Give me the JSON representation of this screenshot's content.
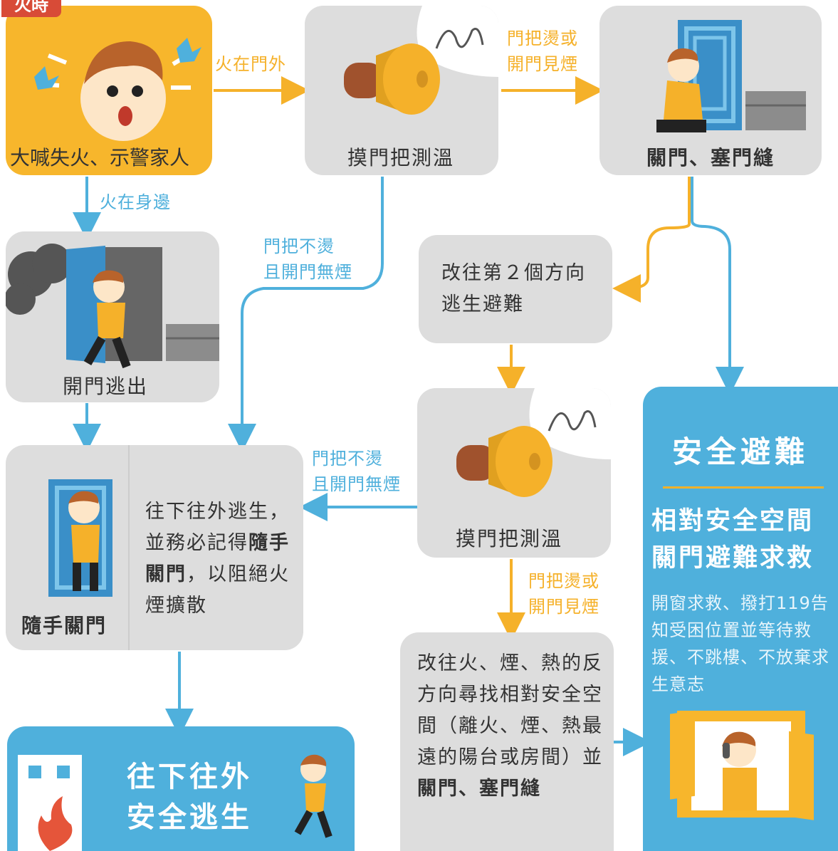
{
  "tag": "火時",
  "nodes": {
    "alert": "大喊失火、示警家人",
    "touch_top": "摸門把測溫",
    "close_seal": "關門、塞門縫",
    "open_escape": "開門逃出",
    "second_dir": "改往第２個方向逃生避難",
    "touch_mid": "摸門把測溫",
    "close_behind_title": "隨手關門",
    "close_behind_text_a": "往下往外逃生，並務必記得",
    "close_behind_text_b": "隨手關門",
    "close_behind_text_c": "，以阻絕火煙擴散",
    "safe_out_1": "往下往外",
    "safe_out_2": "安全逃生",
    "reverse_a": "改往火、煙、熱的反方向尋找相對安全空間（離火、煙、熱最遠的陽台或房間）並",
    "reverse_b": "關門、塞門縫",
    "safe_title": "安全避難",
    "safe_sub_1": "相對安全空間",
    "safe_sub_2": "關門避難求救",
    "safe_body": "開窗求救、撥打119告知受困位置並等待救援、不跳樓、不放棄求生意志"
  },
  "edges": {
    "fire_outside": "火在門外",
    "hot_or_smoke_1": "門把燙或",
    "hot_or_smoke_2": "開門見煙",
    "fire_near": "火在身邊",
    "not_hot_1": "門把不燙",
    "not_hot_2": "且開門無煙",
    "not_hot_3": "門把不燙",
    "not_hot_4": "且開門無煙",
    "hot2_1": "門把燙或",
    "hot2_2": "開門見煙"
  },
  "colors": {
    "blue": "#4fb0dc",
    "yellow": "#f5b12a",
    "gray": "#dddddd",
    "orange": "#f7b62c",
    "red": "#d84b37"
  }
}
